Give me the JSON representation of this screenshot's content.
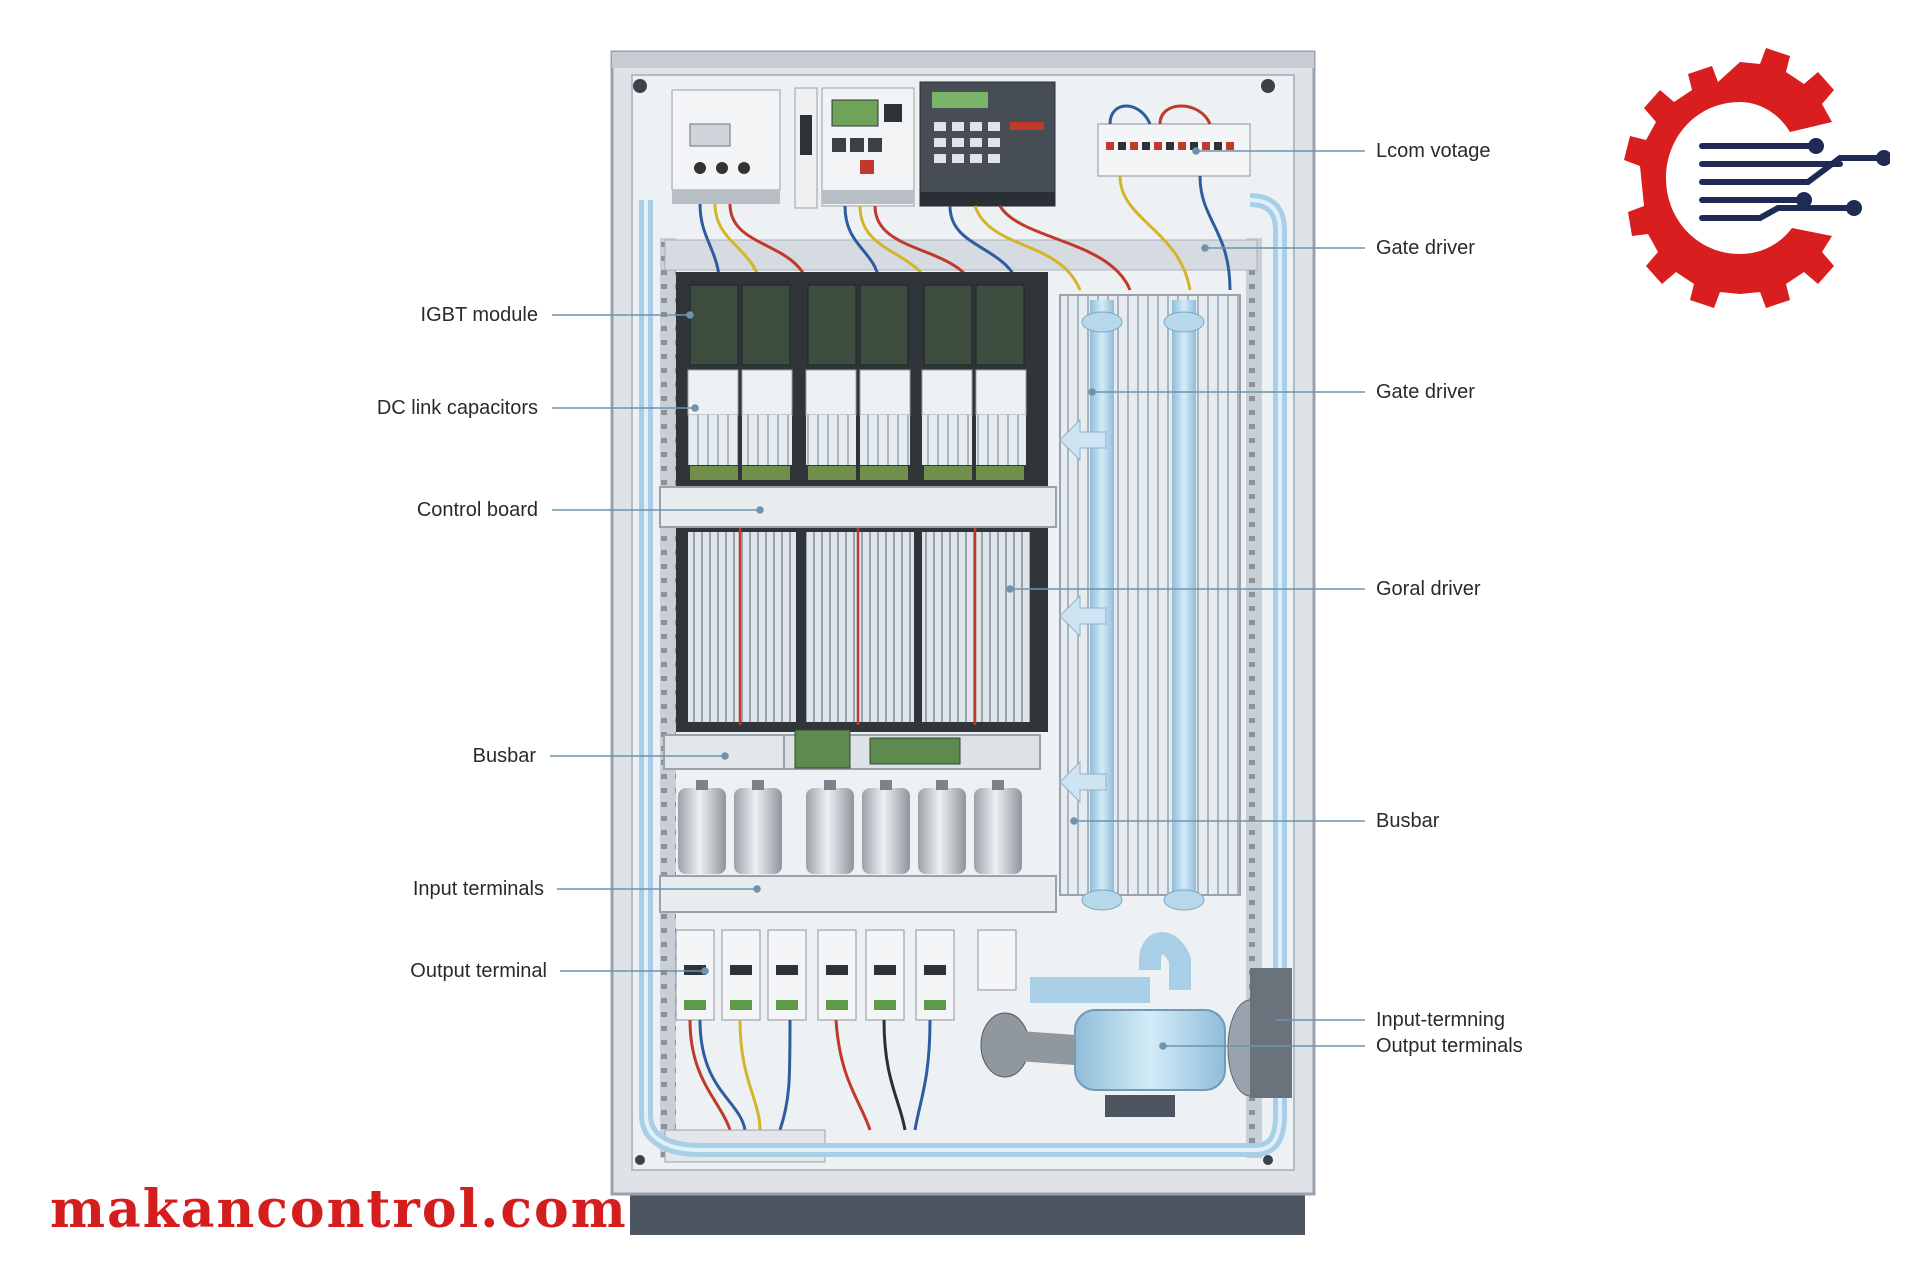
{
  "brand": {
    "website": "makancontrol.com",
    "logo_icon": "gear-circuit-logo-icon",
    "logo_color": "#d81e1e",
    "circuit_color": "#1f2a55"
  },
  "labels": {
    "left": [
      "IGBT module",
      "DC link capacitors",
      "Control board",
      "Busbar",
      "Input terminals",
      "Output terminal"
    ],
    "right": [
      "Lcom votage",
      "Gate driver",
      "Gate driver",
      "Goral driver",
      "Busbar",
      "Input-termning",
      "Output terminals"
    ]
  },
  "colors": {
    "leader": "#6f93ad",
    "cabinet": "#dfe3e8",
    "pipe": "#a9cfe6",
    "wire_red": "#c0392b",
    "wire_blue": "#2e5d9f",
    "wire_yellow": "#d4b52a"
  }
}
